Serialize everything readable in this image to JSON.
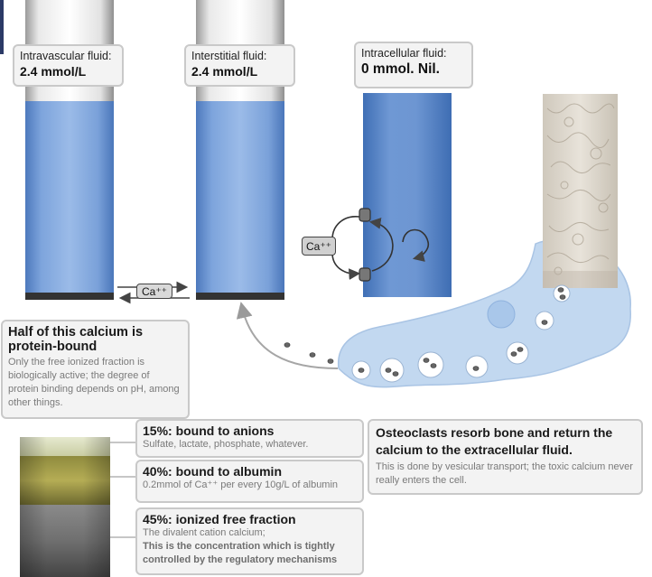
{
  "colors": {
    "fluid": "#7fa6dc",
    "bone_fluid": "#b9d2ee",
    "box_bg": "#f3f3f3",
    "box_border": "#c9c9c9"
  },
  "intravascular": {
    "label": "Intravascular fluid:",
    "value": "2.4 mmol/L"
  },
  "interstitial": {
    "label": "Interstitial fluid:",
    "value": "2.4 mmol/L"
  },
  "intracellular": {
    "label": "Intracellular fluid:",
    "value": "0 mmol. Nil."
  },
  "ion_label": "Ca⁺⁺",
  "protein": {
    "title_line1": "Half of this calcium is",
    "title_line2": "protein-bound",
    "desc": "Only the free ionized fraction is biologically active; the degree of protein binding depends on pH, among other things."
  },
  "fractions": [
    {
      "title": "15%: bound to anions",
      "desc": "Sulfate, lactate, phosphate, whatever."
    },
    {
      "title": "40%: bound to albumin",
      "desc": "0.2mmol of Ca⁺⁺ per every 10g/L of albumin"
    },
    {
      "title": "45%: ionized free fraction",
      "desc": "The divalent cation calcium;",
      "desc_bold": "This is the concentration which is tightly controlled by the regulatory mechanisms"
    }
  ],
  "osteoclast": {
    "title": "Osteoclasts resorb bone and return the calcium to the extracellular fluid.",
    "desc": "This is done by vesicular transport; the toxic calcium never really enters the cell."
  }
}
